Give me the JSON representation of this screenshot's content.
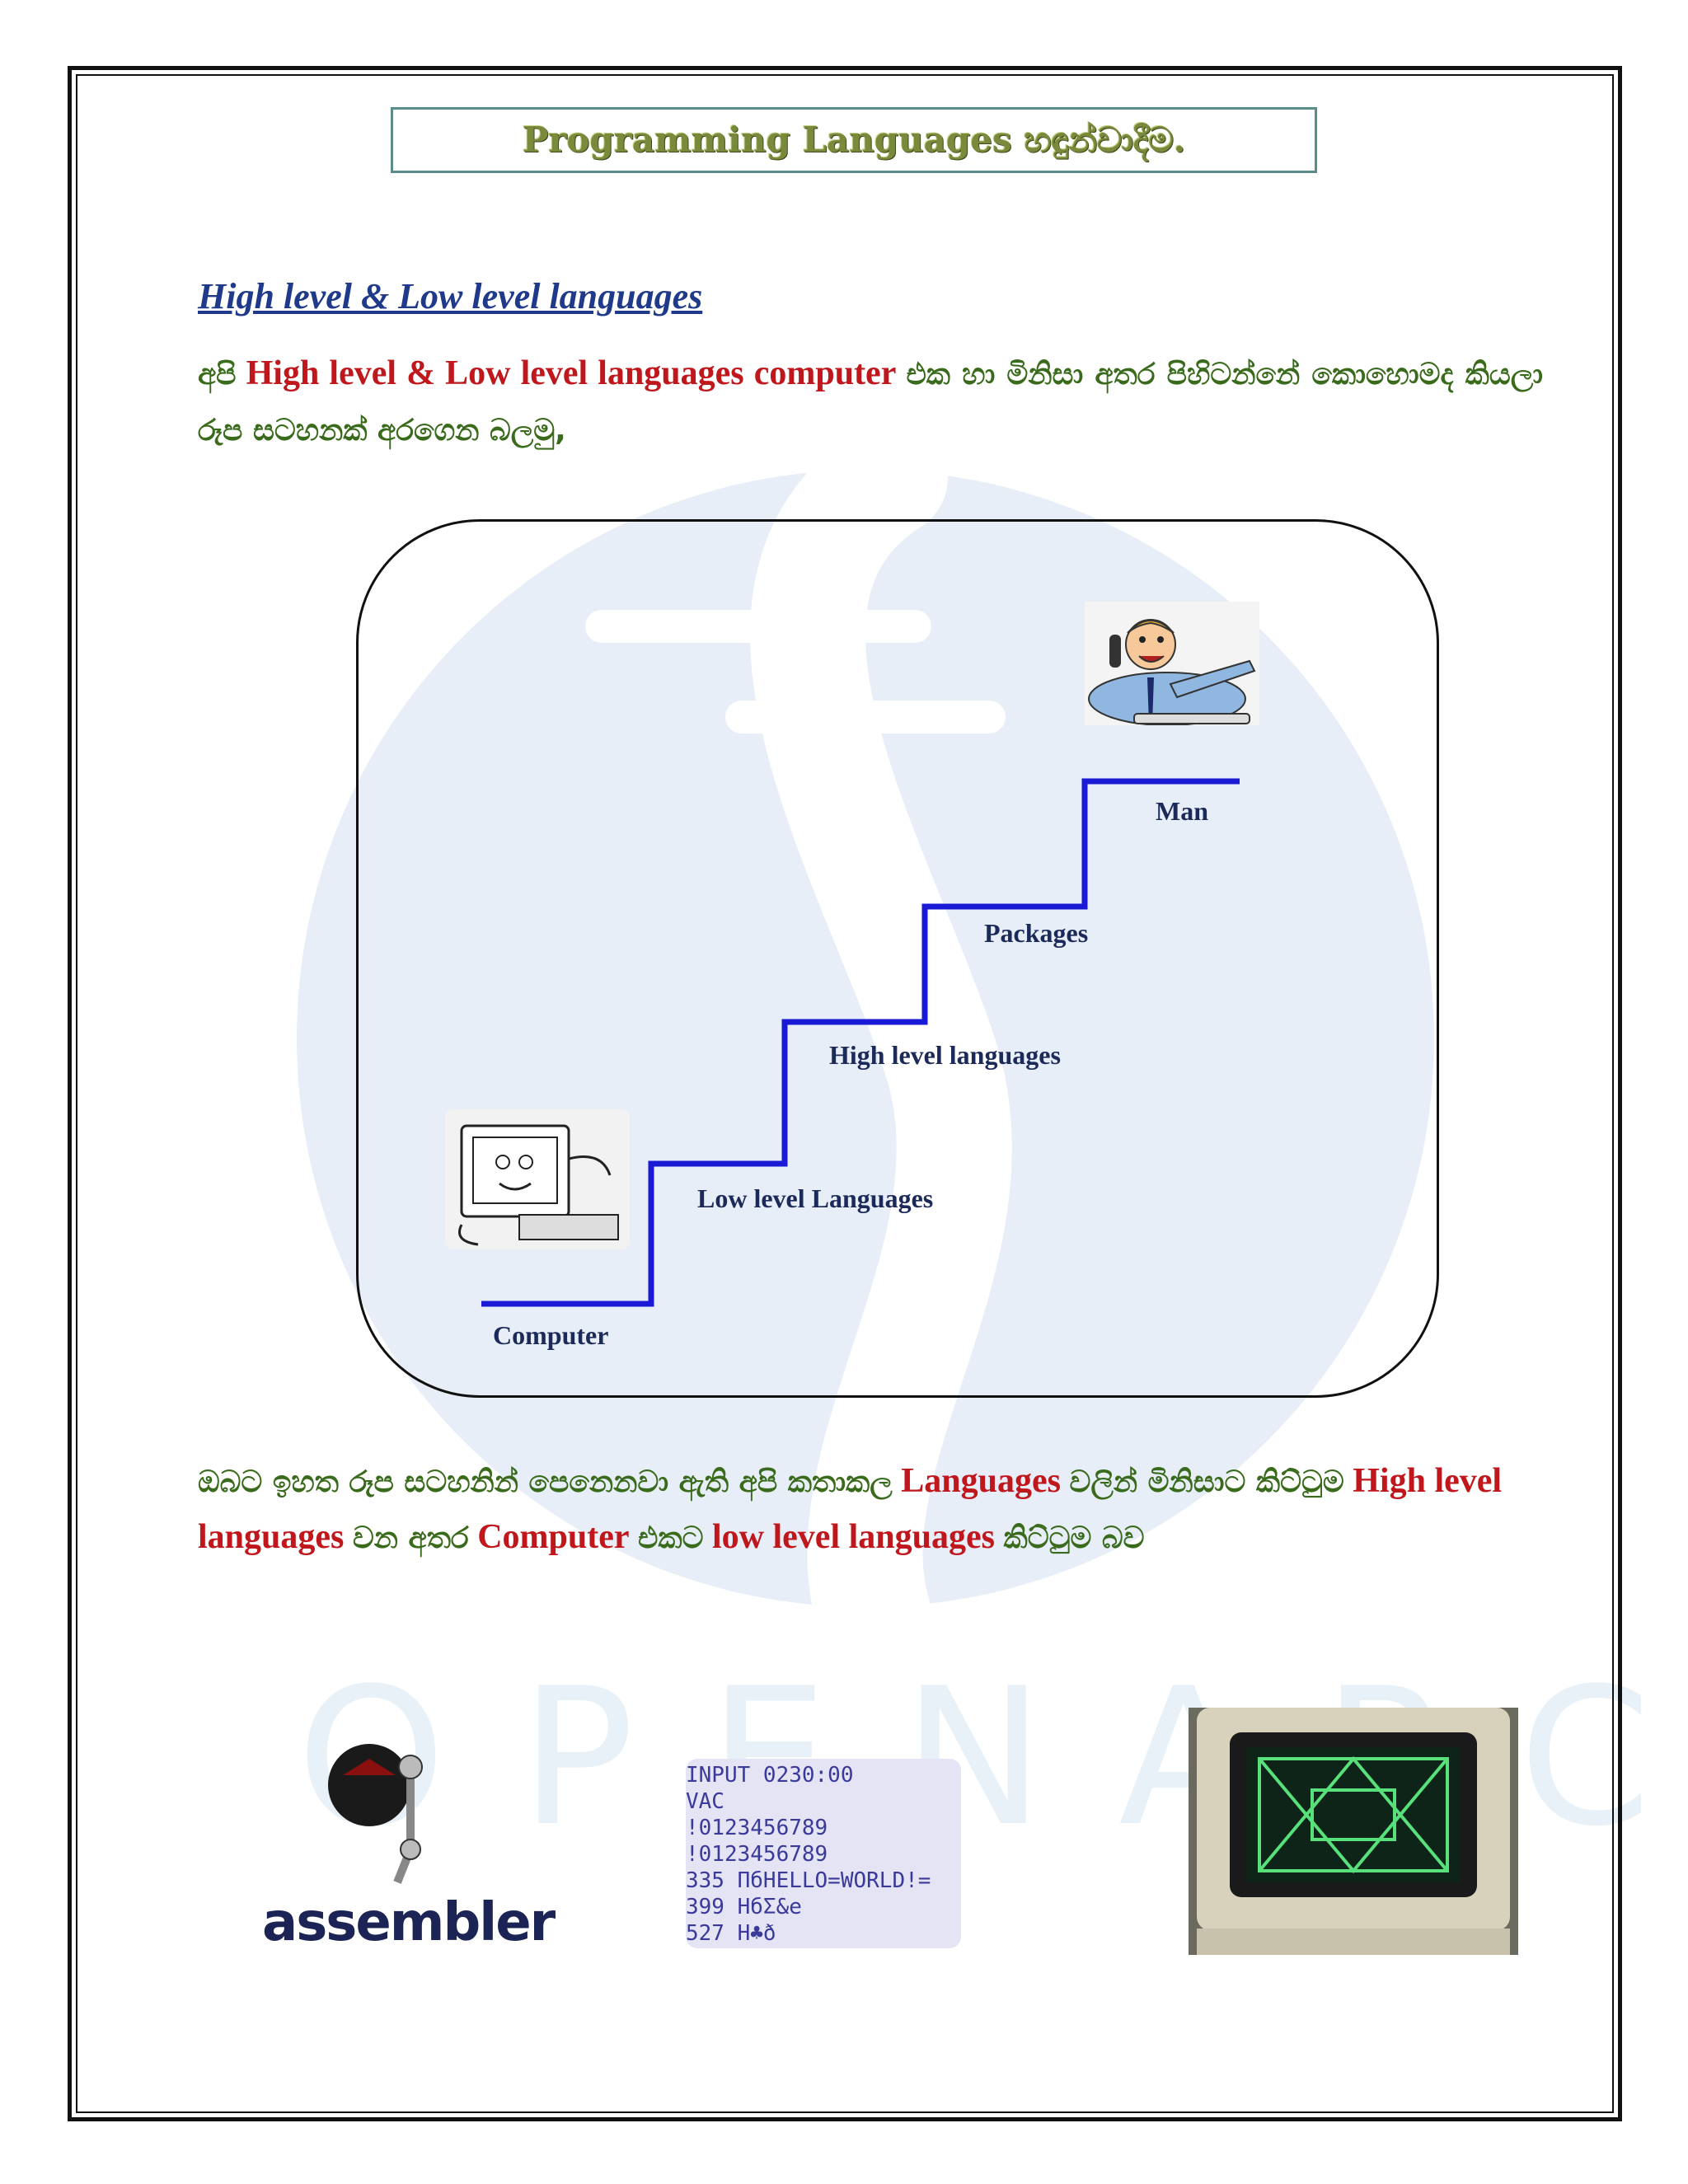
{
  "title": "Programming Languages හඳුන්වාදීම.",
  "section_heading": "High level & Low level languages",
  "paragraph1": {
    "s1": "අපි",
    "s2": "High level & Low level languages computer",
    "s3": "එක හා මිනිසා අතර පිහිටන්නේ කොහොමද කියලා රූප සටහනක් අරගෙන බලමු,"
  },
  "diagram": {
    "labels": {
      "computer": "Computer",
      "low": "Low level Languages",
      "high": "High level languages",
      "packages": "Packages",
      "man": "Man"
    }
  },
  "paragraph2": {
    "s1": "ඔබට ඉහත රූප සටහනින් පෙනෙනවා ඇති අපි කතාකල",
    "s2": "Languages",
    "s3": "වලින් මිනිසාට කිට්ටුම",
    "s4": "High level languages",
    "s5": "වන අතර",
    "s6": "Computer",
    "s7": "එකට",
    "s8": "low level languages",
    "s9": "කිට්ටුම බව"
  },
  "images": {
    "assembler_text": "assembler",
    "code_lines": [
      "INPUT 0230:00",
      "VAC",
      "!0123456789",
      "!0123456789",
      "335 ПбHELLO=WORLD!=",
      "399 НбΣ&е",
      "527 Н♣ð"
    ]
  },
  "colors": {
    "heading_blue": "#1f3a8a",
    "body_green": "#3a6b1c",
    "accent_red": "#c0171d",
    "step_blue": "#1a1ad6"
  }
}
